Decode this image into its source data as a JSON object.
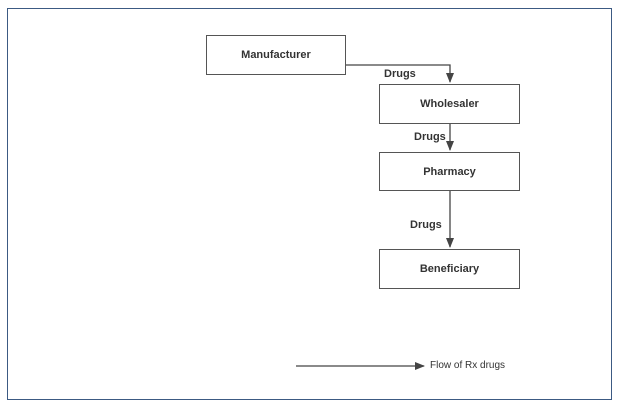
{
  "nodes": {
    "manufacturer": "Manufacturer",
    "wholesaler": "Wholesaler",
    "pharmacy": "Pharmacy",
    "beneficiary": "Beneficiary"
  },
  "edges": {
    "manufacturer_to_wholesaler": "Drugs",
    "wholesaler_to_pharmacy": "Drugs",
    "pharmacy_to_beneficiary": "Drugs"
  },
  "legend": {
    "label": "Flow of Rx drugs"
  },
  "colors": {
    "frame_border": "#3c5a83",
    "node_border": "#555555",
    "text": "#333333",
    "arrow": "#444444"
  }
}
